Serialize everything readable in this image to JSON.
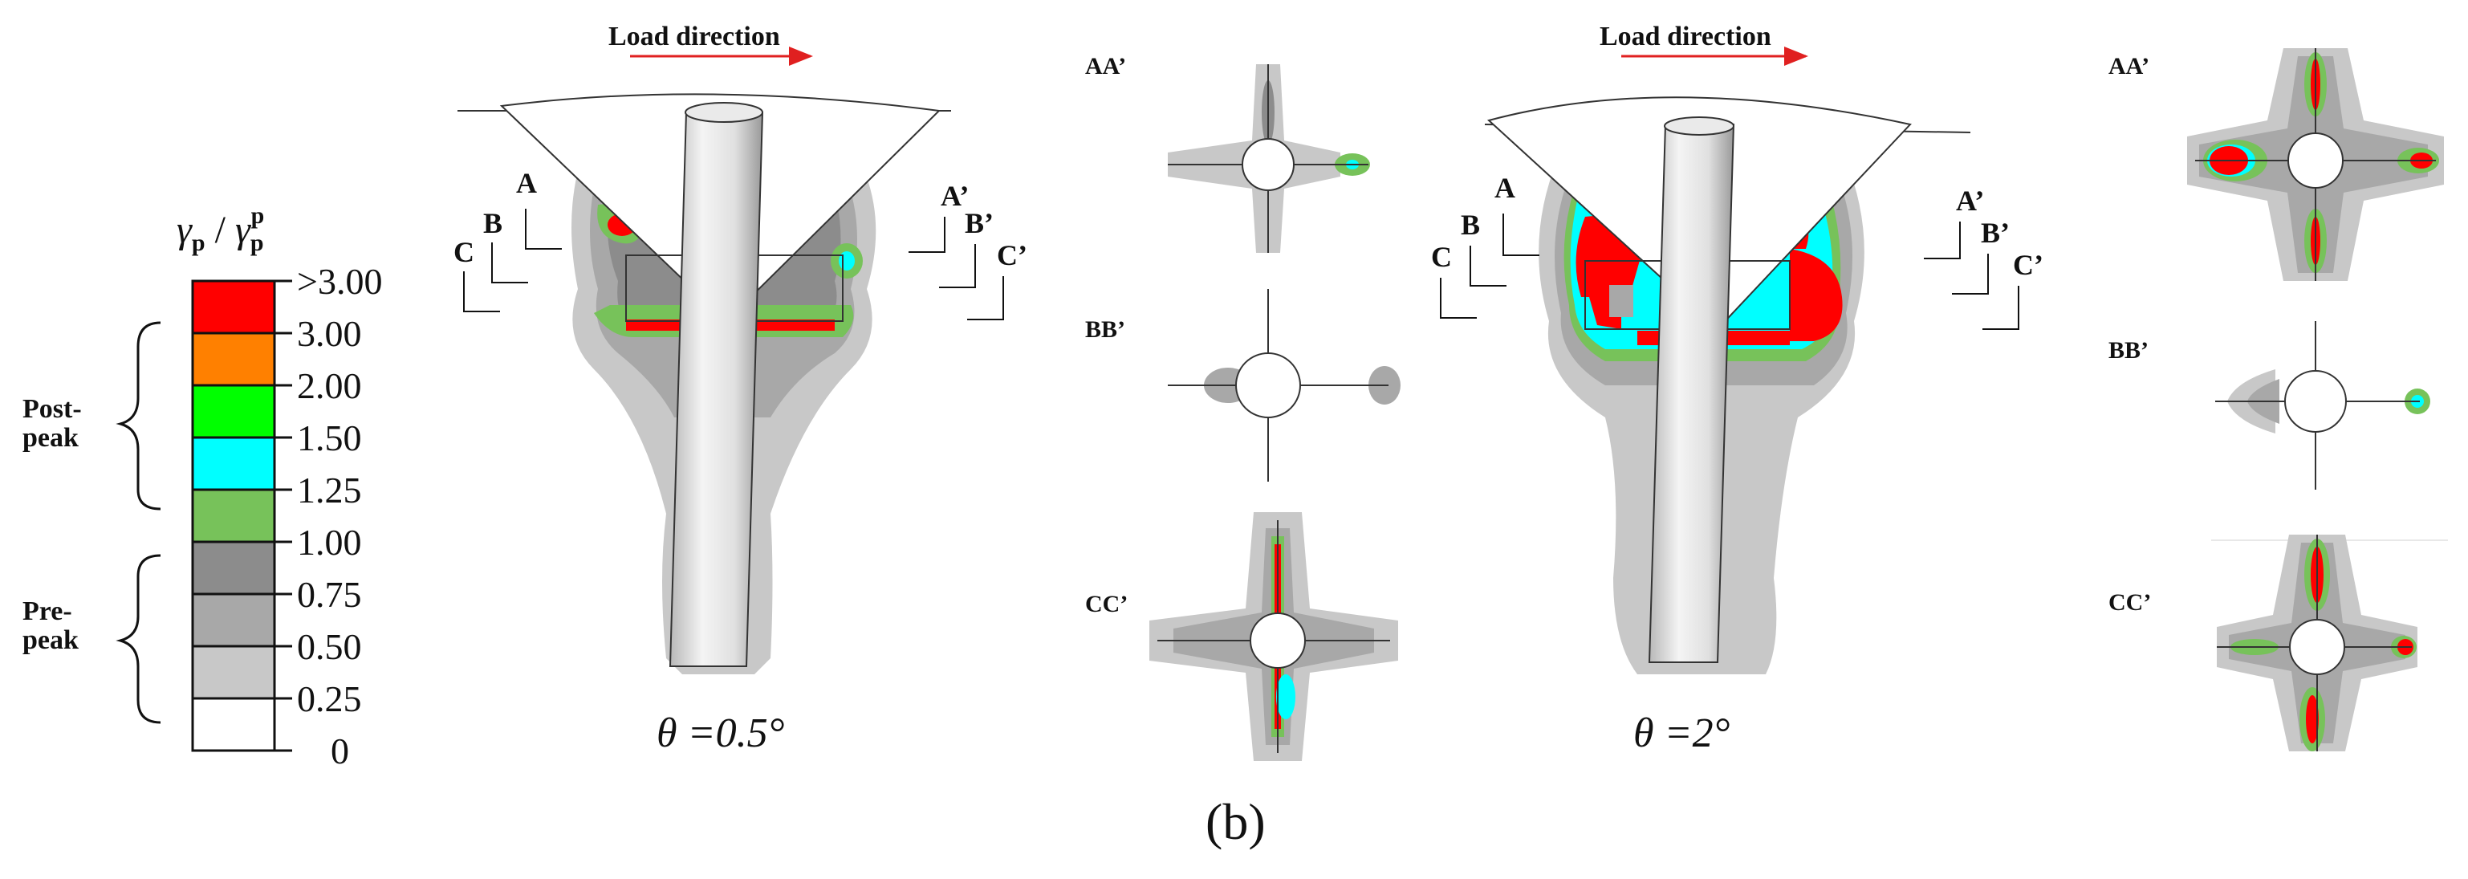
{
  "legend": {
    "title_main": "γ",
    "title_sub": "p",
    "title_sep": " / ",
    "title_denom": "γ",
    "title_denom_sub": "p",
    "title_denom_sup": "p",
    "ticks": [
      ">3.00",
      "3.00",
      "2.00",
      "1.50",
      "1.25",
      "1.00",
      "0.75",
      "0.50",
      "0.25",
      "0"
    ],
    "colors": [
      "#ff0000",
      "#ff8000",
      "#00ff00",
      "#00ffff",
      "#77c25a",
      "#8c8c8c",
      "#a8a8a8",
      "#c8c8c8",
      "#ffffff"
    ],
    "post_peak_label": [
      "Post-",
      "peak"
    ],
    "pre_peak_label": [
      "Pre-",
      "peak"
    ]
  },
  "panel_a": {
    "load_direction": "Load direction",
    "sections_left": [
      "A",
      "B",
      "C"
    ],
    "sections_right": [
      "A’",
      "B’",
      "C’"
    ],
    "theta_label": "θ =0.5°"
  },
  "panel_b": {
    "load_direction": "Load direction",
    "sections_left": [
      "A",
      "B",
      "C"
    ],
    "sections_right": [
      "A’",
      "B’",
      "C’"
    ],
    "theta_label": "θ =2°"
  },
  "views_a": [
    "AA’",
    "BB’",
    "CC’"
  ],
  "views_b": [
    "AA’",
    "BB’",
    "CC’"
  ],
  "figure_label": "(b)"
}
